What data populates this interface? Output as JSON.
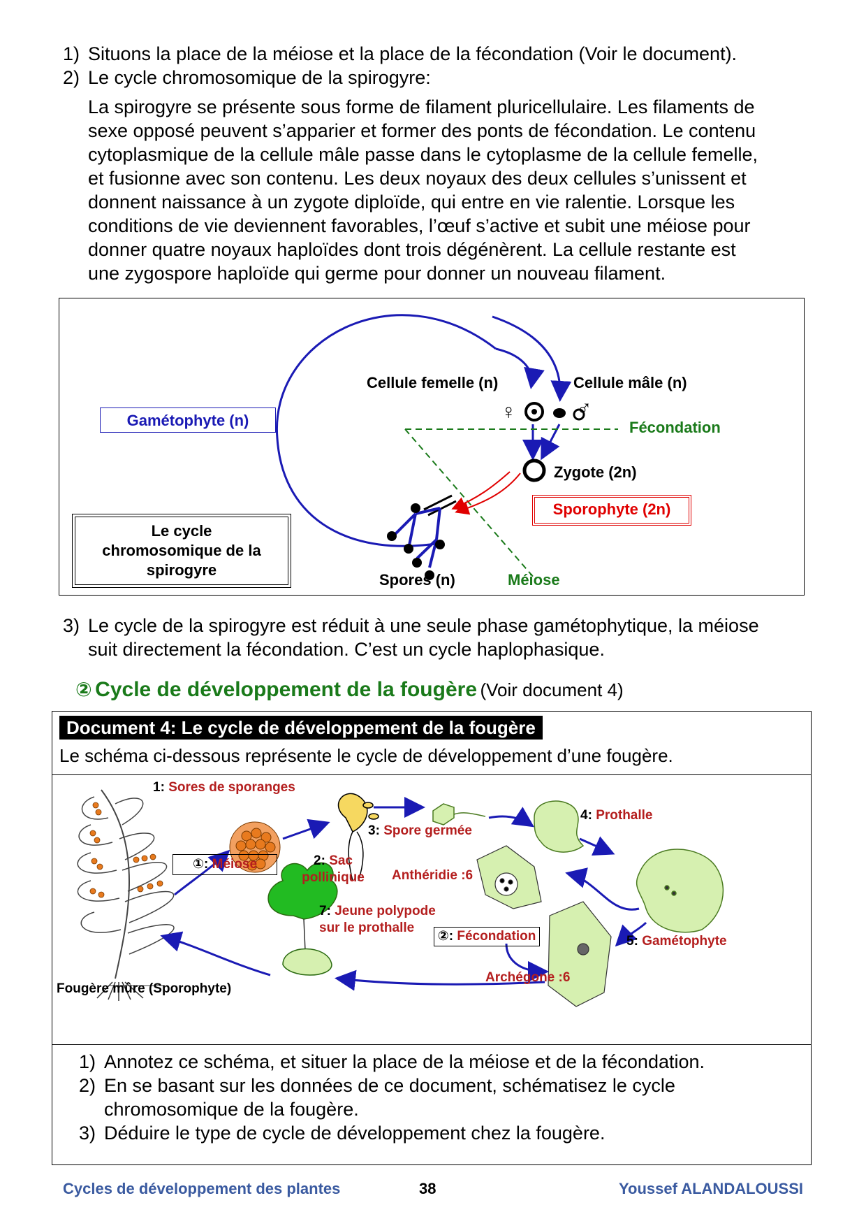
{
  "section1": {
    "q1_num": "1)",
    "q1_text": "Situons la place de la méiose et la place de la fécondation (Voir le document).",
    "q2_num": "2)",
    "q2_text": "Le cycle chromosomique de la spirogyre:",
    "paragraph_lines": [
      "La spirogyre se présente sous forme de filament pluricellulaire. Les filaments de",
      "sexe opposé peuvent s’apparier et former des ponts de fécondation. Le contenu",
      "cytoplasmique de la cellule mâle passe dans le cytoplasme de la cellule femelle,",
      "et fusionne avec son contenu. Les deux noyaux des deux cellules s’unissent et",
      "donnent naissance à un zygote diploïde, qui entre en vie ralentie. Lorsque les",
      "conditions de vie deviennent favorables, l’œuf s’active et subit une méiose pour",
      "donner quatre noyaux haploïdes dont trois dégénèrent. La cellule restante est",
      "une zygospore haploïde qui germe pour donner un nouveau filament."
    ]
  },
  "spirogyre_diagram": {
    "gametophyte": "Gamétophyte (n)",
    "female_cell": "Cellule femelle (n)",
    "male_cell": "Cellule mâle (n)",
    "female_symbol": "♀",
    "male_symbol": "♂",
    "fecondation": "Fécondation",
    "zygote": "Zygote (2n)",
    "sporophyte": "Sporophyte (2n)",
    "title_lines": [
      "Le cycle",
      "chromosomique de la",
      "spirogyre"
    ],
    "spores": "Spores (n)",
    "meiose": "Méiose"
  },
  "section3": {
    "q3_num": "3)",
    "q3_lines": [
      "Le cycle de la spirogyre est réduit à une seule phase gamétophytique, la méiose",
      "suit directement la fécondation. C’est un cycle haplophasique."
    ]
  },
  "heading2": {
    "marker": "②",
    "title": "Cycle de développement de la fougère",
    "ref": "(Voir document 4)"
  },
  "document4": {
    "title": "Document 4: Le cycle de développement de la fougère",
    "intro": "Le schéma ci-dessous représente le cycle de développement d’une fougère.",
    "labels": {
      "sores_num": "1:",
      "sores": "Sores de sporanges",
      "meiose_marker": "①:",
      "meiose": "Méiose",
      "sac_num": "2:",
      "sac_line1": "Sac",
      "sac_line2": "pollinique",
      "spore_num": "3:",
      "spore": "Spore germée",
      "prothalle_num": "4:",
      "prothalle": "Prothalle",
      "antheridie": "Anthéridie :6",
      "gametophyte_num": "5:",
      "gametophyte": "Gamétophyte",
      "jeune_num": "7:",
      "jeune_line1": "Jeune polypode",
      "jeune_line2": "sur le prothalle",
      "fecondation_marker": "②:",
      "fecondation": "Fécondation",
      "archegone": "Archégone :6",
      "fougere": "Fougère mûre (Sporophyte)"
    },
    "questions": [
      {
        "num": "1)",
        "lines": [
          "Annotez ce schéma, et situer la place de la méiose et de la fécondation."
        ]
      },
      {
        "num": "2)",
        "lines": [
          "En se basant sur les données de ce document, schématisez le cycle",
          "chromosomique de la fougère."
        ]
      },
      {
        "num": "3)",
        "lines": [
          "Déduire le type de cycle de développement chez la fougère."
        ]
      }
    ]
  },
  "footer": {
    "left": "Cycles de développement des plantes",
    "page": "38",
    "right": "Youssef ALANDALOUSSI"
  },
  "colors": {
    "blue_arrow": "#1a1ab4",
    "red": "#e00000",
    "green": "#1a7a1a",
    "dark_red": "#b41e1e",
    "prothalle_green": "#d6f0b0",
    "sporange_orange": "#e87a1e"
  }
}
